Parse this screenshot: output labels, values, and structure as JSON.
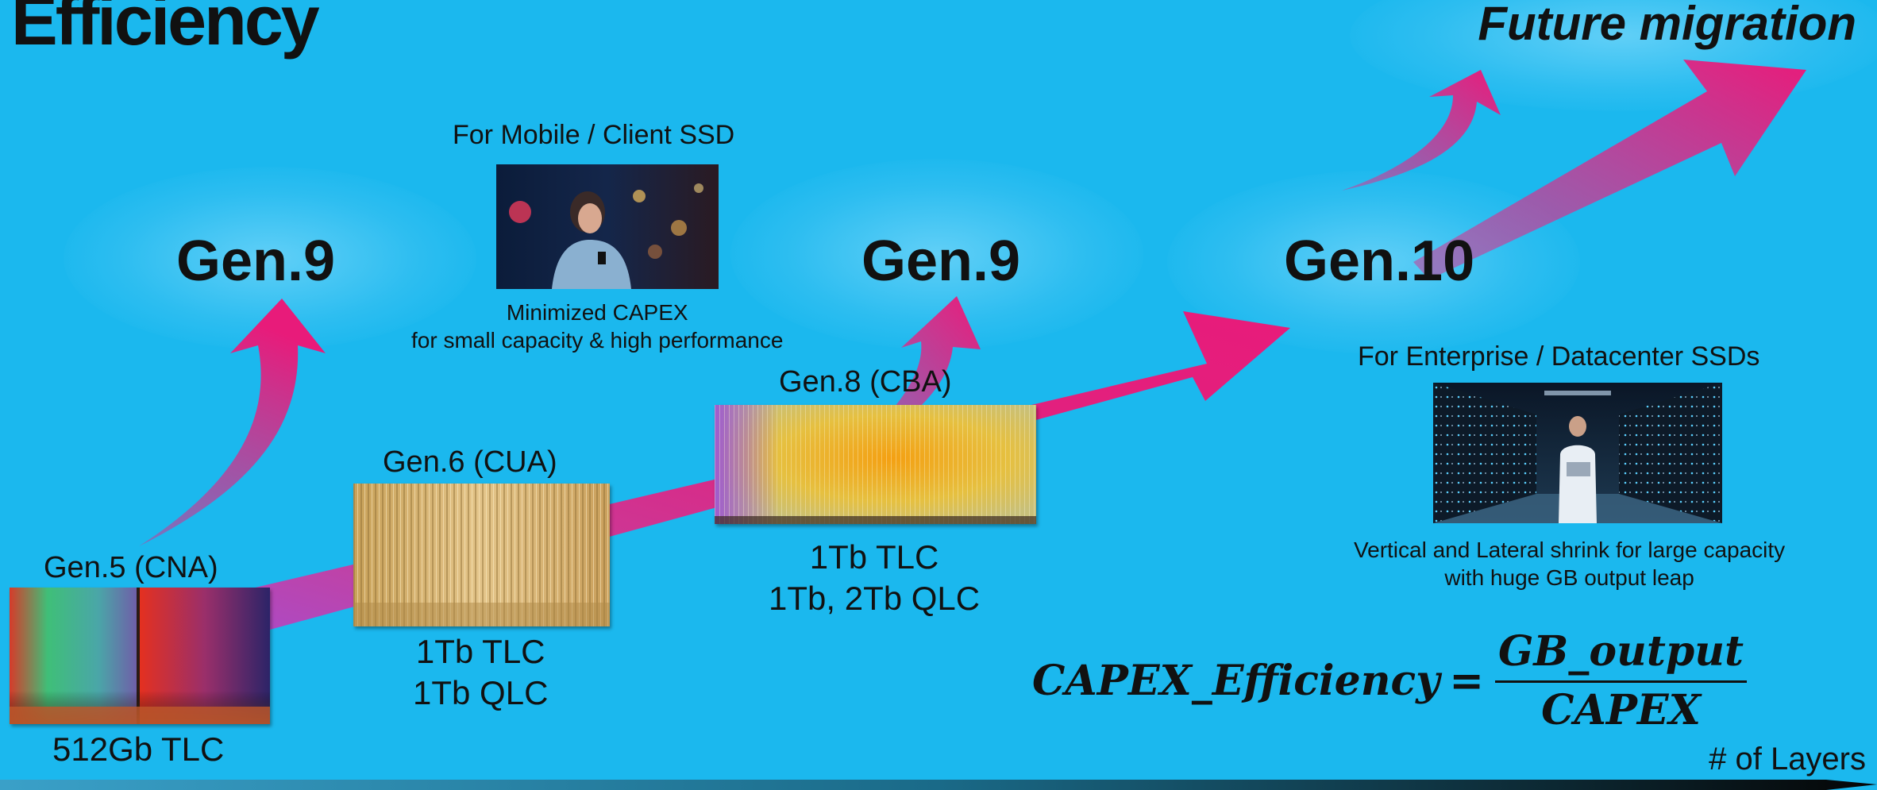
{
  "title": "Efficiency",
  "future_label": "Future migration",
  "formula": {
    "lhs": "CAPEX_Efficiency",
    "equals": "=",
    "numerator": "GB_output",
    "denominator": "CAPEX"
  },
  "axis_label": "# of Layers",
  "nodes": {
    "gen5": {
      "label": "Gen.5 (CNA)",
      "capacity": [
        "512Gb TLC"
      ]
    },
    "gen6": {
      "label": "Gen.6 (CUA)",
      "capacity": [
        "1Tb TLC",
        "1Tb QLC"
      ]
    },
    "gen8": {
      "label": "Gen.8 (CBA)",
      "capacity": [
        "1Tb TLC",
        "1Tb, 2Tb QLC"
      ]
    },
    "gen9_left": {
      "label": "Gen.9"
    },
    "gen9_mid": {
      "label": "Gen.9"
    },
    "gen10": {
      "label": "Gen.10"
    }
  },
  "mobile_panel": {
    "heading": "For Mobile / Client SSD",
    "caption": [
      "Minimized CAPEX",
      "for small capacity & high performance"
    ]
  },
  "enterprise_panel": {
    "heading": "For Enterprise / Datacenter SSDs",
    "caption": [
      "Vertical and Lateral shrink for large capacity",
      "with huge GB output leap"
    ]
  },
  "colors": {
    "background": "#1bb8ee",
    "arrow": "#e0207e",
    "text": "#111111"
  }
}
